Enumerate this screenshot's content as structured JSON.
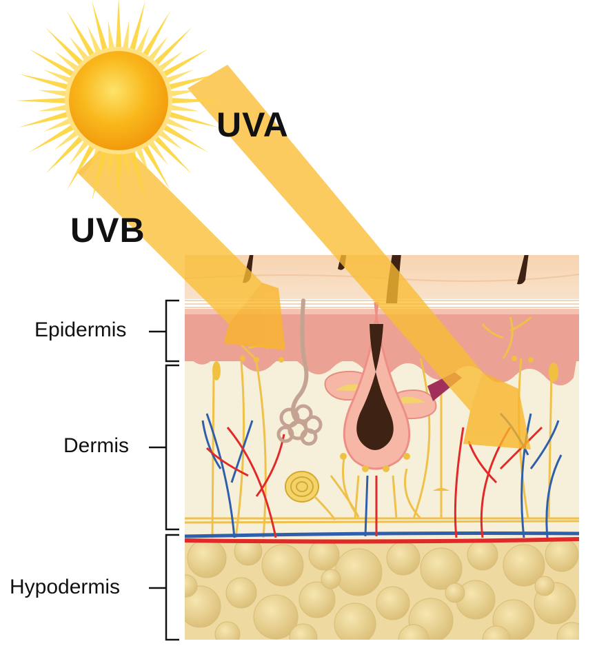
{
  "rays": {
    "uva_label": "UVA",
    "uvb_label": "UVB"
  },
  "layers": {
    "epidermis": "Epidermis",
    "dermis": "Dermis",
    "hypodermis": "Hypodermis"
  },
  "colors": {
    "sun_core": "#f7a614",
    "sun_rays": "#fdd835",
    "ray_beam": "#f9b528",
    "stratum_corneum": "#f8d9b8",
    "epidermis": "#eaa294",
    "dermis": "#f6efd9",
    "hypodermis_fat": "#e8cf86",
    "hair": "#3e2213",
    "artery": "#e02a2a",
    "vein": "#2f5faa",
    "nerve": "#f0c040",
    "sweat_gland": "#c5a392"
  },
  "icons": [
    "sun-icon",
    "hair-icon",
    "sweat-gland-icon",
    "hair-follicle-icon",
    "sebaceous-gland-icon",
    "pacinian-corpuscle-icon",
    "fat-cell-icon"
  ]
}
